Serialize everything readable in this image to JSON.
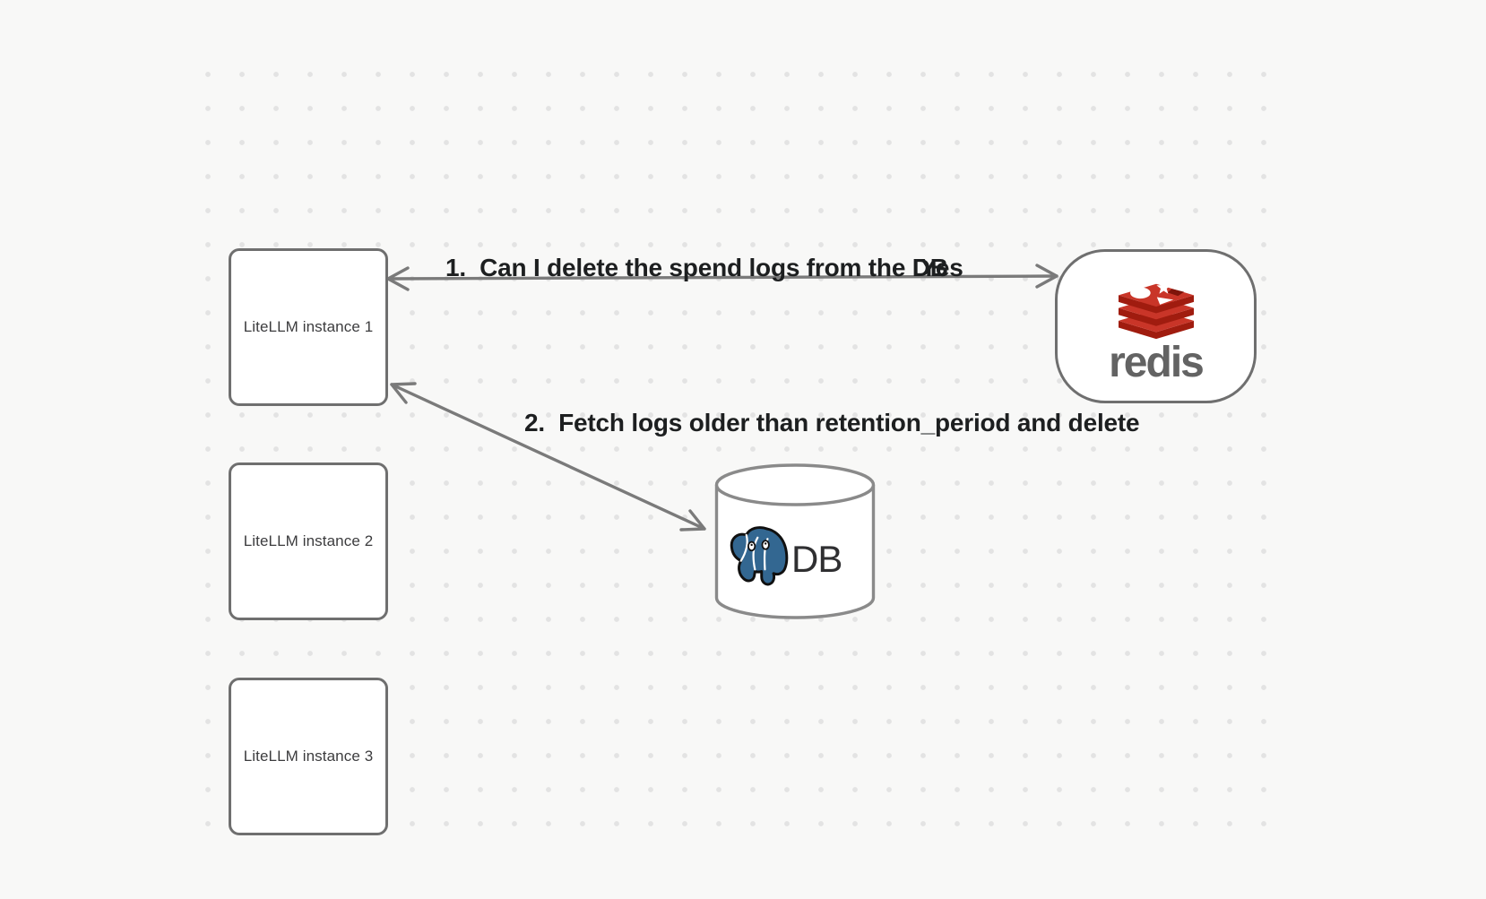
{
  "diagram": {
    "nodes": {
      "litellm_instances": [
        {
          "label": "LiteLLM instance 1"
        },
        {
          "label": "LiteLLM instance 2"
        },
        {
          "label": "LiteLLM instance 3"
        }
      ],
      "redis": {
        "wordmark": "redis"
      },
      "database": {
        "label": "DB"
      }
    },
    "annotations": {
      "step1": {
        "text": "1.  Can I delete the spend logs from the DB",
        "response": "Yes"
      },
      "step2": {
        "text": "2.  Fetch logs older than retention_period and delete"
      }
    },
    "icons": {
      "redis_logo": "redis-stacked-cubes-icon",
      "postgres_logo": "postgresql-elephant-icon",
      "database_shape": "cylinder-database-icon"
    }
  },
  "colors": {
    "background": "#f8f8f7",
    "grid_dot": "#e3e3e3",
    "node_border": "#6f6f6f",
    "cylinder_border": "#8a8a8a",
    "node_fill": "#ffffff",
    "node_text": "#3c3c3e",
    "arrow": "#7a7a7a",
    "annotation_text": "#1d1f20",
    "redis_red": "#c93528",
    "redis_dark_red": "#a01c0f",
    "redis_wordmark": "#636363",
    "postgres_blue": "#336791",
    "db_text": "#2f2f31"
  }
}
